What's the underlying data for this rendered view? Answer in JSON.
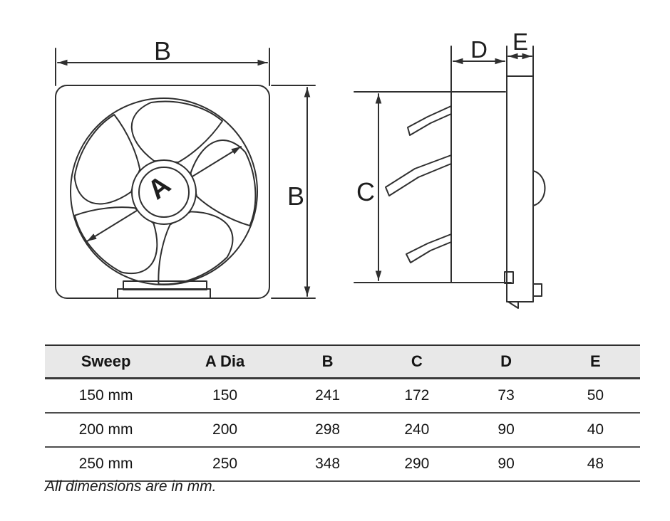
{
  "diagram": {
    "front_view": {
      "width_dim_label": "B",
      "height_dim_label": "B",
      "hub_label": "A"
    },
    "side_view": {
      "height_dim_label": "C",
      "depth_dim_label": "D",
      "frame_dim_label": "E"
    }
  },
  "table": {
    "headers": [
      "Sweep",
      "A Dia",
      "B",
      "C",
      "D",
      "E"
    ],
    "rows": [
      [
        "150 mm",
        "150",
        "241",
        "172",
        "73",
        "50"
      ],
      [
        "200 mm",
        "200",
        "298",
        "240",
        "90",
        "40"
      ],
      [
        "250 mm",
        "250",
        "348",
        "290",
        "90",
        "48"
      ]
    ],
    "footnote": "All dimensions are in mm."
  },
  "colors": {
    "line": "#2f2f2f",
    "header_bg": "#e8e8e8",
    "table_border": "#4d4d4d"
  }
}
